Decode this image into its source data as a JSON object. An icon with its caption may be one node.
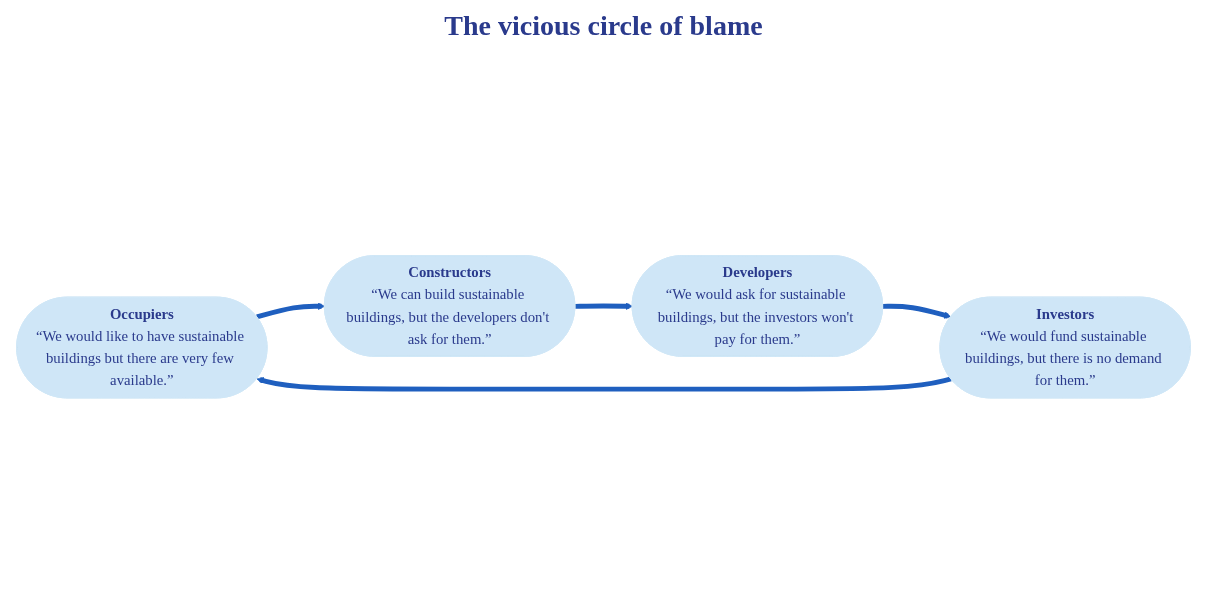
{
  "diagram": {
    "title": "The vicious circle of blame",
    "nodes": [
      {
        "text": [
          "Occupiers",
          "“We would like to have sustainable buildings but there are very few available.”"
        ]
      },
      {
        "text": [
          "Constructors",
          "“We can build sustainable buildings, but the developers don't ask for them.”"
        ]
      },
      {
        "text": [
          "Developers",
          "“We would ask for sustainable buildings, but the investors won't pay for them.”"
        ]
      },
      {
        "text": [
          "Investors",
          "“We would fund sustainable buildings, but there is no demand for them.”"
        ]
      }
    ],
    "edges": [
      {
        "from": 0,
        "to": 1,
        "arrow": "to"
      },
      {
        "from": 1,
        "to": 2,
        "arrow": "to"
      },
      {
        "from": 2,
        "to": 3,
        "arrow": "to"
      },
      {
        "from": 3,
        "to": 0,
        "arrow": "to"
      }
    ]
  }
}
